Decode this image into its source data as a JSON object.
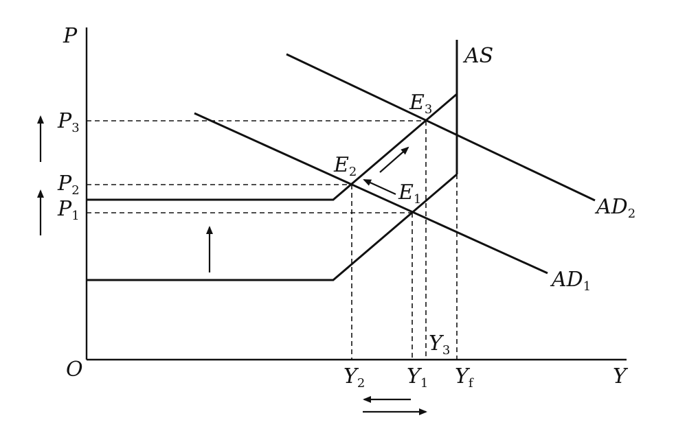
{
  "axes": {
    "y_label": "P",
    "x_label": "Y",
    "origin_label": "O"
  },
  "curves": {
    "as": {
      "main": "AS",
      "sub": ""
    },
    "ad1": {
      "main": "AD",
      "sub": "1"
    },
    "ad2": {
      "main": "AD",
      "sub": "2"
    }
  },
  "price_levels": [
    {
      "main": "P",
      "sub": "3"
    },
    {
      "main": "P",
      "sub": "2"
    },
    {
      "main": "P",
      "sub": "1"
    }
  ],
  "outputs": [
    {
      "main": "Y",
      "sub": "2"
    },
    {
      "main": "Y",
      "sub": "1"
    },
    {
      "main": "Y",
      "sub": "f"
    },
    {
      "main": "Y",
      "sub": "3"
    }
  ],
  "equilibria": [
    {
      "main": "E",
      "sub": "1"
    },
    {
      "main": "E",
      "sub": "2"
    },
    {
      "main": "E",
      "sub": "3"
    }
  ]
}
